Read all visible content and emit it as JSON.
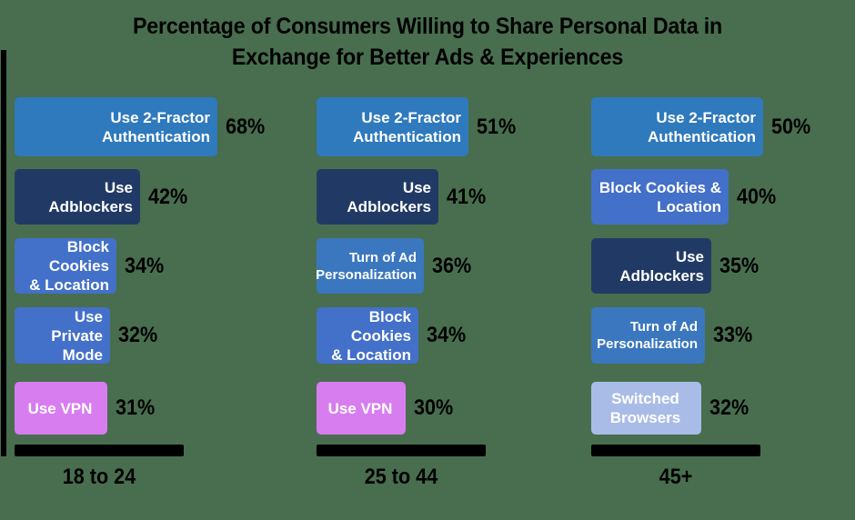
{
  "chart_data": {
    "type": "bar",
    "title": "Percentage of Consumers Willing to Share Personal Data in Exchange for Better Ads & Experiences",
    "title_line_1": "Percentage of Consumers Willing to Share Personal Data in",
    "title_line_2": "Exchange for Better Ads & Experiences",
    "xlabel": "",
    "ylabel": "",
    "orientation": "horizontal",
    "grid": false,
    "legend": "none",
    "value_suffix": "%",
    "categories": [
      "18 to 24",
      "25 to 44",
      "45+"
    ],
    "groups": [
      {
        "category": "18 to 24",
        "bars": [
          {
            "label": "Use 2-Fractor\nAuthentication",
            "value": 68,
            "value_label": "68%",
            "color": "#2f79bd"
          },
          {
            "label": "Use\nAdblockers",
            "value": 42,
            "value_label": "42%",
            "color": "#213a65"
          },
          {
            "label": "Block Cookies\n& Location",
            "value": 34,
            "value_label": "34%",
            "color": "#4370c9"
          },
          {
            "label": "Use Private\nMode",
            "value": 32,
            "value_label": "32%",
            "color": "#4370c9"
          },
          {
            "label": "Use VPN",
            "value": 31,
            "value_label": "31%",
            "color": "#d77df0"
          }
        ]
      },
      {
        "category": "25 to 44",
        "bars": [
          {
            "label": "Use 2-Fractor\nAuthentication",
            "value": 51,
            "value_label": "51%",
            "color": "#2f79bd"
          },
          {
            "label": "Use\nAdblockers",
            "value": 41,
            "value_label": "41%",
            "color": "#213a65"
          },
          {
            "label": "Turn of Ad\nPersonalization",
            "value": 36,
            "value_label": "36%",
            "color": "#3a77bf"
          },
          {
            "label": "Block Cookies\n& Location",
            "value": 34,
            "value_label": "34%",
            "color": "#4370c9"
          },
          {
            "label": "Use VPN",
            "value": 30,
            "value_label": "30%",
            "color": "#d77df0"
          }
        ]
      },
      {
        "category": "45+",
        "bars": [
          {
            "label": "Use 2-Fractor\nAuthentication",
            "value": 50,
            "value_label": "50%",
            "color": "#2f79bd"
          },
          {
            "label": "Block Cookies &\nLocation",
            "value": 40,
            "value_label": "40%",
            "color": "#4370c9"
          },
          {
            "label": "Use\nAdblockers",
            "value": 35,
            "value_label": "35%",
            "color": "#213a65"
          },
          {
            "label": "Turn of Ad\nPersonalization",
            "value": 33,
            "value_label": "33%",
            "color": "#3a77bf"
          },
          {
            "label": "Switched\nBrowsers",
            "value": 32,
            "value_label": "32%",
            "color": "#a9bce8"
          }
        ]
      }
    ]
  },
  "axis": {
    "category_labels": [
      "18 to 24",
      "25 to 44",
      "45+"
    ]
  },
  "colors": {
    "background": "#486e4f",
    "axis": "#000000",
    "text": "#000000",
    "bar_text": "#ffffff",
    "blue_primary": "#2f79bd",
    "navy": "#213a65",
    "blue_mid": "#4370c9",
    "blue_light": "#a9bce8",
    "magenta": "#d77df0"
  }
}
